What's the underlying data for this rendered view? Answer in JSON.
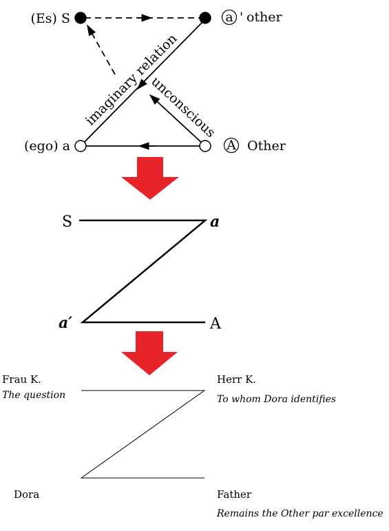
{
  "top_schema": {
    "es_s": "(Es) S",
    "a_prime": "a",
    "a_prime_mark": "'",
    "other_small": "other",
    "ego_a": "(ego) a",
    "big_A": "A",
    "other_big": "Other",
    "imaginary_relation": "imaginary relation",
    "unconscious": "unconscious"
  },
  "middle_schema": {
    "s": "S",
    "a": "a",
    "a_prime": "a′",
    "big_A": "A"
  },
  "bottom_schema": {
    "frau_k": "Frau K.",
    "the_question": "The question",
    "herr_k": "Herr K.",
    "to_whom": "To whom Dora identifies",
    "dora": "Dora",
    "father": "Father",
    "remains": "Remains the Other par excellence"
  },
  "colors": {
    "arrow_red": "#e8242b",
    "line": "#000000"
  }
}
